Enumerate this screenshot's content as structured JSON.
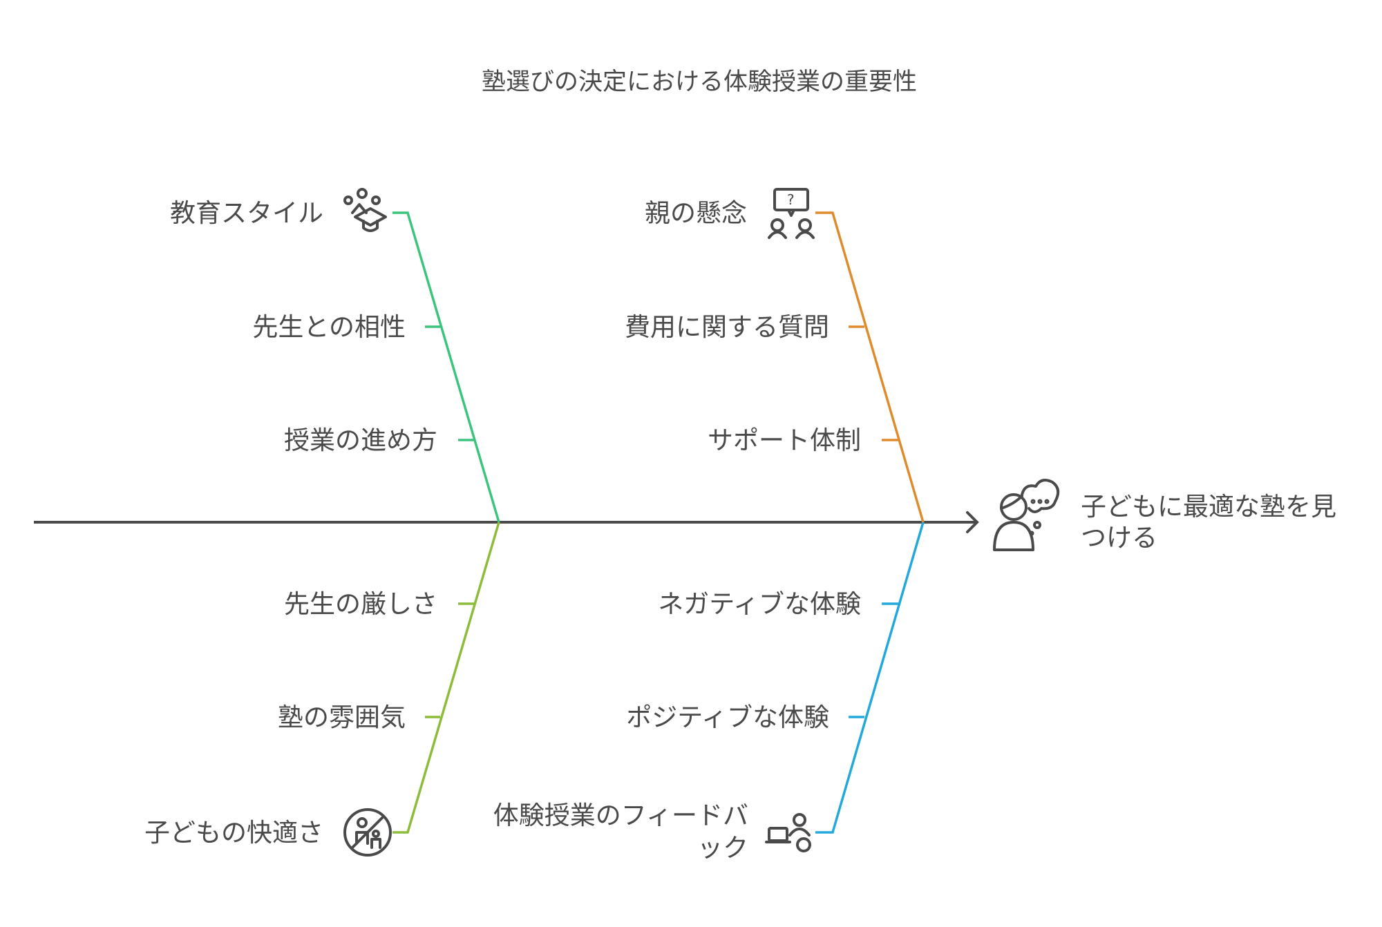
{
  "title": "塾選びの決定における体験授業の重要性",
  "outcome": {
    "line1": "子どもに最適な塾を見",
    "line2": "つける",
    "icon": "thinking-person-icon"
  },
  "categories": [
    {
      "id": "education",
      "label": "教育スタイル",
      "icon": "graduation-cap-icon",
      "color": "#3cc47c",
      "causes": [
        "先生との相性",
        "授業の進め方"
      ]
    },
    {
      "id": "parents",
      "label": "親の懸念",
      "icon": "question-people-icon",
      "color": "#e08a2e",
      "causes": [
        "費用に関する質問",
        "サポート体制"
      ]
    },
    {
      "id": "comfort",
      "label": "子どもの快適さ",
      "icon": "no-family-icon",
      "color": "#8cbc3a",
      "causes": [
        "先生の厳しさ",
        "塾の雰囲気"
      ]
    },
    {
      "id": "feedback",
      "label_line1": "体験授業のフィードバ",
      "label_line2": "ック",
      "icon": "laptop-user-icon",
      "color": "#22a8dc",
      "causes": [
        "ネガティブな体験",
        "ポジティブな体験"
      ]
    }
  ],
  "spine_color": "#4a4a4a"
}
